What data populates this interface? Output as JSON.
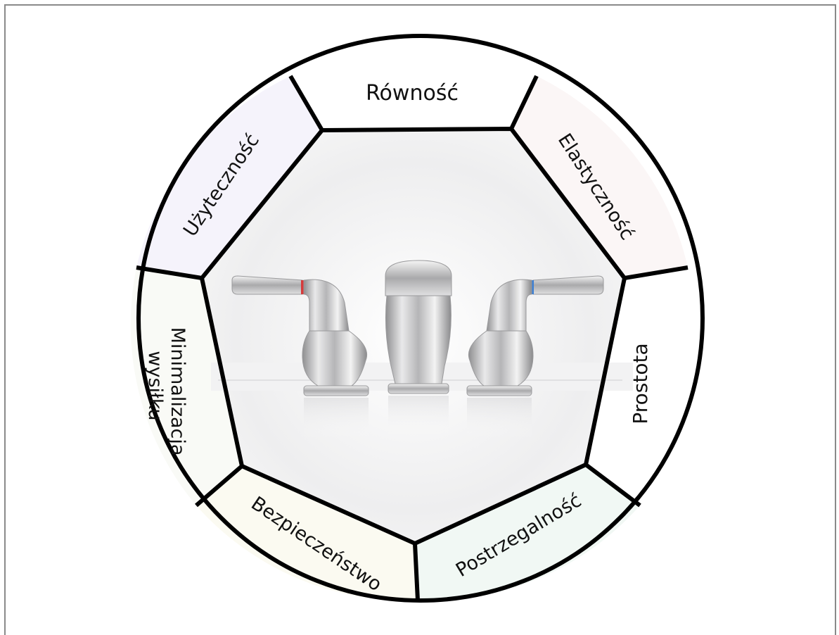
{
  "diagram": {
    "segments": [
      {
        "label": "Równość",
        "tint": "#ffffff"
      },
      {
        "label": "Elastyczność",
        "tint": "#fbf6f6"
      },
      {
        "label": "Prostota",
        "tint": "#ffffff"
      },
      {
        "label": "Postrzegalność",
        "tint": "#f1f8f4"
      },
      {
        "label": "Bezpieczeństwo",
        "tint": "#fbfaf1"
      },
      {
        "label": "Minimalizacja",
        "label2": "wysiłku",
        "tint": "#f9faf6"
      },
      {
        "label": "Użyteczność",
        "tint": "#f5f3fb"
      }
    ],
    "center_image": "faucet-photo"
  }
}
